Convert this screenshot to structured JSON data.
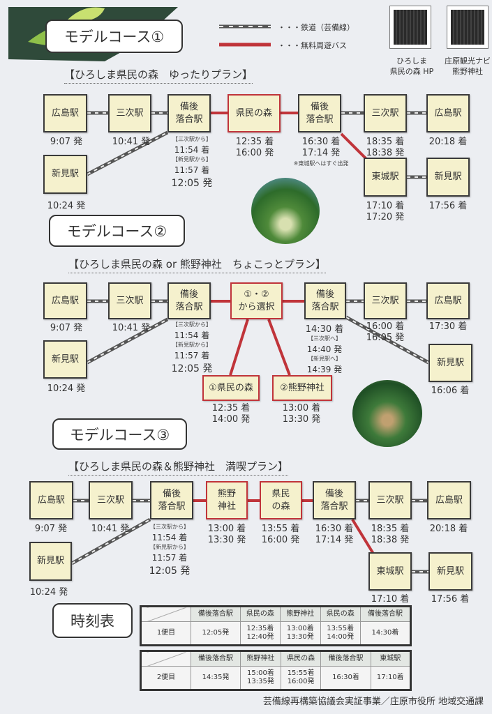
{
  "legend": {
    "rail": "・・・鉄道（芸備線）",
    "bus": "・・・無料周遊バス"
  },
  "qr": [
    {
      "caption": "ひろしま\n県民の森 HP"
    },
    {
      "caption": "庄原観光ナビ\n熊野神社"
    }
  ],
  "colors": {
    "bus": "#c0343a",
    "rail": "#555555",
    "box": "#f5f1cd"
  },
  "course1": {
    "title": "モデルコース①",
    "plan": "【ひろしま県民の森　ゆったりプラン】",
    "stations": [
      "広島駅",
      "三次駅",
      "備後\n落合駅",
      "県民の森",
      "備後\n落合駅",
      "三次駅",
      "広島駅",
      "新見駅",
      "東城駅",
      "新見駅"
    ],
    "times": [
      "9:07 発",
      "10:41 発",
      "12:35 着\n16:00 発",
      "16:30 着\n17:14 発",
      "18:35 着\n18:38 発",
      "20:18 着",
      "10:24 発",
      "17:10 着\n17:20 発",
      "17:56 着"
    ],
    "transfer": {
      "from_miyoshi": "【三次駅から】",
      "t1": "11:54 着",
      "from_niimi": "【新見駅から】",
      "t2": "11:57 着",
      "dep": "12:05 発"
    },
    "note": "※東城駅へはすぐ出発"
  },
  "course2": {
    "title": "モデルコース②",
    "plan": "【ひろしま県民の森 or 熊野神社　ちょこっとプラン】",
    "stations": [
      "広島駅",
      "三次駅",
      "備後\n落合駅",
      "①・②\nから選択",
      "備後\n落合駅",
      "三次駅",
      "広島駅",
      "新見駅",
      "新見駅",
      "①県民の森",
      "②熊野神社"
    ],
    "times": [
      "9:07 発",
      "10:41 発",
      "16:00 着\n16:05 発",
      "17:30 着",
      "10:24 発",
      "16:06 着",
      "12:35 着\n14:00 発",
      "13:00 着\n13:30 発"
    ],
    "transfer": {
      "from_miyoshi": "【三次駅から】",
      "t1": "11:54 着",
      "from_niimi": "【新見駅から】",
      "t2": "11:57 着",
      "dep": "12:05 発"
    },
    "return": {
      "arr": "14:30 着",
      "to_miyoshi": "【三次駅へ】",
      "t1": "14:40 発",
      "to_niimi": "【新見駅へ】",
      "t2": "14:39 発"
    }
  },
  "course3": {
    "title": "モデルコース③",
    "plan": "【ひろしま県民の森＆熊野神社　満喫プラン】",
    "stations": [
      "広島駅",
      "三次駅",
      "備後\n落合駅",
      "熊野\n神社",
      "県民\nの森",
      "備後\n落合駅",
      "三次駅",
      "広島駅",
      "新見駅",
      "東城駅",
      "新見駅"
    ],
    "times": [
      "9:07 発",
      "10:41 発",
      "13:00 着\n13:30 発",
      "13:55 着\n16:00 発",
      "16:30 着\n17:14 発",
      "18:35 着\n18:38 発",
      "20:18 着",
      "10:24 発",
      "17:10 着",
      "17:56 着"
    ],
    "transfer": {
      "from_miyoshi": "【三次駅から】",
      "t1": "11:54 着",
      "from_niimi": "【新見駅から】",
      "t2": "11:57 着",
      "dep": "12:05 発"
    }
  },
  "timetable": {
    "title": "時刻表",
    "trip1": {
      "label": "1便目",
      "headers": [
        "備後落合駅",
        "県民の森",
        "熊野神社",
        "県民の森",
        "備後落合駅"
      ],
      "cells": [
        "12:05発",
        "12:35着\n12:40発",
        "13:00着\n13:30発",
        "13:55着\n14:00発",
        "14:30着"
      ]
    },
    "trip2": {
      "label": "2便目",
      "headers": [
        "備後落合駅",
        "熊野神社",
        "県民の森",
        "備後落合駅",
        "東城駅"
      ],
      "cells": [
        "14:35発",
        "15:00着\n13:35発",
        "15:55着\n16:00発",
        "16:30着",
        "17:10着"
      ]
    }
  },
  "footer": "芸備線再構築協議会実証事業／庄原市役所  地域交通課"
}
